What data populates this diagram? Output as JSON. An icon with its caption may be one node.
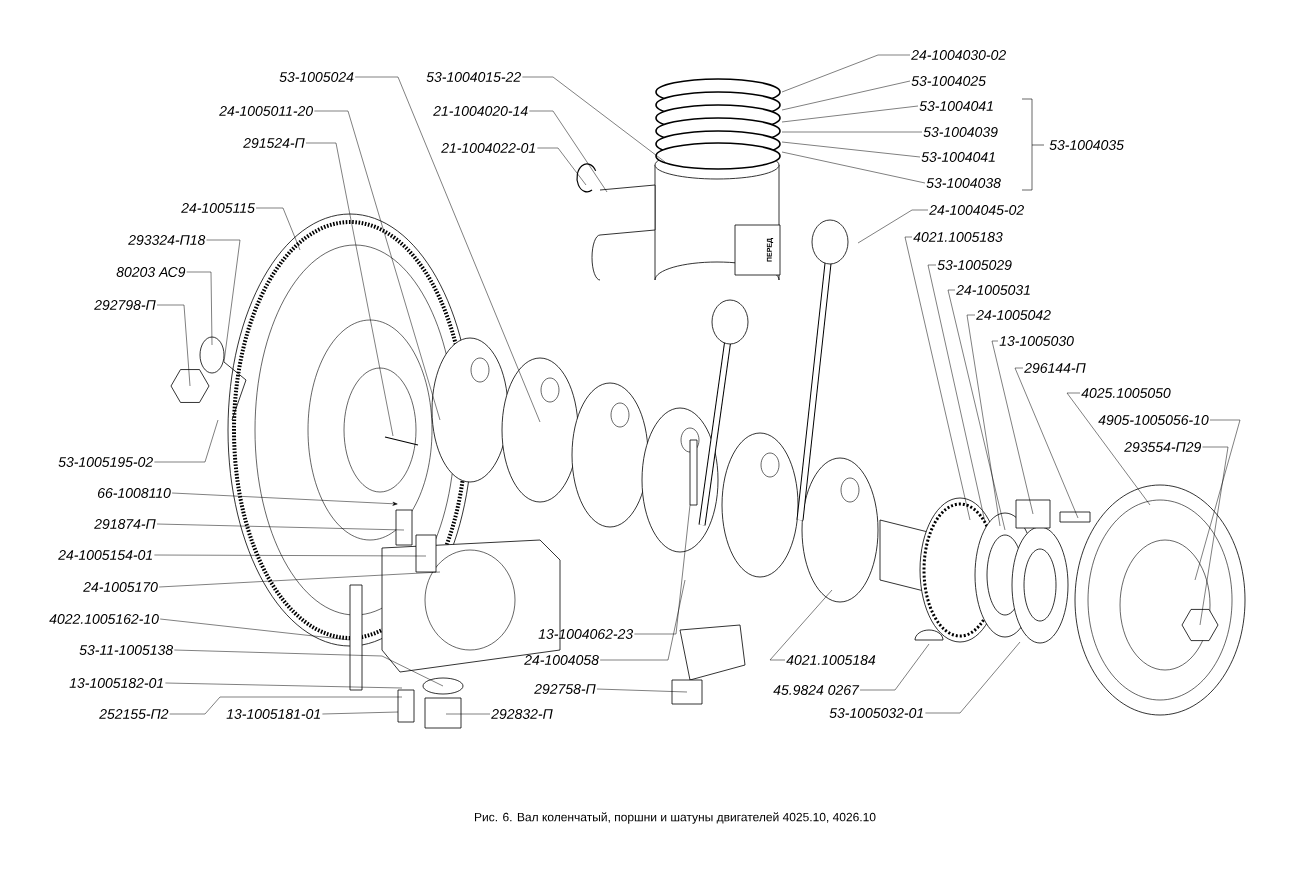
{
  "diagram": {
    "caption": "Рис. 6. Вал коленчатый, поршни и шатуны двигателей 4025.10, 4026.10",
    "nodes": [
      {
        "text": [
          "53-1005024"
        ]
      },
      {
        "text": [
          "53-1004015-22"
        ]
      },
      {
        "text": [
          "24-1005011-20"
        ]
      },
      {
        "text": [
          "21-1004020-14"
        ]
      },
      {
        "text": [
          "291524-П"
        ]
      },
      {
        "text": [
          "21-1004022-01"
        ]
      },
      {
        "text": [
          "24-1005115"
        ]
      },
      {
        "text": [
          "293324-П18"
        ]
      },
      {
        "text": [
          "80203 АС9"
        ]
      },
      {
        "text": [
          "292798-П"
        ]
      },
      {
        "text": [
          "53-1005195-02"
        ]
      },
      {
        "text": [
          "66-1008110"
        ]
      },
      {
        "text": [
          "291874-П"
        ]
      },
      {
        "text": [
          "24-1005154-01"
        ]
      },
      {
        "text": [
          "24-1005170"
        ]
      },
      {
        "text": [
          "4022.1005162-10"
        ]
      },
      {
        "text": [
          "53-11-1005138"
        ]
      },
      {
        "text": [
          "13-1005182-01"
        ]
      },
      {
        "text": [
          "252155-П2"
        ]
      },
      {
        "text": [
          "13-1005181-01"
        ]
      },
      {
        "text": [
          "292832-П"
        ]
      },
      {
        "text": [
          "24-1004030-02"
        ]
      },
      {
        "text": [
          "53-1004025"
        ]
      },
      {
        "text": [
          "53-1004041"
        ]
      },
      {
        "text": [
          "53-1004039"
        ]
      },
      {
        "text": [
          "53-1004041"
        ]
      },
      {
        "text": [
          "53-1004038"
        ]
      },
      {
        "text": [
          "24-1004045-02"
        ]
      },
      {
        "text": [
          "4021.1005183"
        ]
      },
      {
        "text": [
          "53-1005029"
        ]
      },
      {
        "text": [
          "24-1005031"
        ]
      },
      {
        "text": [
          "24-1005042"
        ]
      },
      {
        "text": [
          "13-1005030"
        ]
      },
      {
        "text": [
          "296144-П"
        ]
      },
      {
        "text": [
          "4025.1005050"
        ]
      },
      {
        "text": [
          "4905-1005056-10"
        ]
      },
      {
        "text": [
          "293554-П29"
        ]
      },
      {
        "text": [
          "13-1004062-23"
        ]
      },
      {
        "text": [
          "24-1004058"
        ]
      },
      {
        "text": [
          "4021.1005184"
        ]
      },
      {
        "text": [
          "292758-П"
        ]
      },
      {
        "text": [
          "45.9824 0267"
        ]
      },
      {
        "text": [
          "53-1005032-01"
        ]
      }
    ],
    "edges": [
      {
        "from": 0,
        "to": null,
        "arrow": "none"
      },
      {
        "from": 1,
        "to": null,
        "arrow": "none"
      },
      {
        "from": 2,
        "to": null,
        "arrow": "none"
      },
      {
        "from": 3,
        "to": null,
        "arrow": "none"
      },
      {
        "from": 4,
        "to": null,
        "arrow": "none"
      },
      {
        "from": 5,
        "to": null,
        "arrow": "none"
      },
      {
        "from": 6,
        "to": null,
        "arrow": "none"
      },
      {
        "from": 7,
        "to": null,
        "arrow": "none"
      },
      {
        "from": 8,
        "to": null,
        "arrow": "none"
      },
      {
        "from": 9,
        "to": null,
        "arrow": "none"
      },
      {
        "from": 10,
        "to": null,
        "arrow": "none"
      },
      {
        "from": 11,
        "to": null,
        "arrow": "to"
      },
      {
        "from": 12,
        "to": null,
        "arrow": "none"
      },
      {
        "from": 13,
        "to": null,
        "arrow": "none"
      },
      {
        "from": 14,
        "to": null,
        "arrow": "none"
      },
      {
        "from": 15,
        "to": null,
        "arrow": "none"
      },
      {
        "from": 16,
        "to": null,
        "arrow": "none"
      },
      {
        "from": 17,
        "to": null,
        "arrow": "none"
      },
      {
        "from": 18,
        "to": null,
        "arrow": "none"
      },
      {
        "from": 19,
        "to": null,
        "arrow": "none"
      },
      {
        "from": 20,
        "to": null,
        "arrow": "none"
      },
      {
        "from": 21,
        "to": null,
        "arrow": "none"
      },
      {
        "from": 22,
        "to": null,
        "arrow": "none"
      },
      {
        "from": 23,
        "to": null,
        "arrow": "none"
      },
      {
        "from": 24,
        "to": null,
        "arrow": "none"
      },
      {
        "from": 25,
        "to": null,
        "arrow": "none"
      },
      {
        "from": 26,
        "to": null,
        "arrow": "none"
      },
      {
        "from": 27,
        "to": null,
        "arrow": "none"
      },
      {
        "from": 28,
        "to": null,
        "arrow": "none"
      },
      {
        "from": 29,
        "to": null,
        "arrow": "none"
      },
      {
        "from": 30,
        "to": null,
        "arrow": "none"
      },
      {
        "from": 31,
        "to": null,
        "arrow": "none"
      },
      {
        "from": 32,
        "to": null,
        "arrow": "none"
      },
      {
        "from": 33,
        "to": null,
        "arrow": "none"
      },
      {
        "from": 34,
        "to": null,
        "arrow": "none"
      },
      {
        "from": 35,
        "to": null,
        "arrow": "none"
      },
      {
        "from": 36,
        "to": null,
        "arrow": "none"
      },
      {
        "from": 37,
        "to": null,
        "arrow": "none"
      },
      {
        "from": 38,
        "to": null,
        "arrow": "none"
      },
      {
        "from": 39,
        "to": null,
        "arrow": "none"
      },
      {
        "from": 40,
        "to": null,
        "arrow": "none"
      },
      {
        "from": 41,
        "to": null,
        "arrow": "none"
      },
      {
        "from": 42,
        "to": null,
        "arrow": "none"
      }
    ],
    "labels": [
      "53-1004035",
      "ПЕРЕД"
    ]
  }
}
